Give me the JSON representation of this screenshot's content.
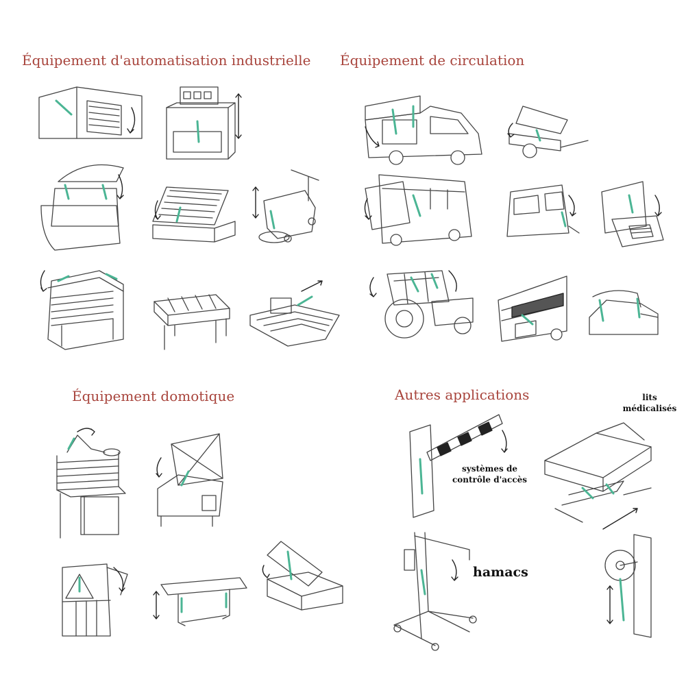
{
  "sections": {
    "industrial": {
      "title": "Équipement d'automatisation industrielle"
    },
    "traffic": {
      "title": "Équipement de circulation"
    },
    "home": {
      "title": "Équipement domotique"
    },
    "other": {
      "title": "Autres applications"
    }
  },
  "captions": {
    "beds": {
      "line1": "lits",
      "line2": "médicalisés"
    },
    "access": {
      "line1": "systèmes de",
      "line2": "contrôle d'accès"
    },
    "hoists": {
      "text": "hamacs"
    }
  },
  "colors": {
    "heading": "#a8443c",
    "actuator": "#4bb594",
    "line": "#444444"
  }
}
